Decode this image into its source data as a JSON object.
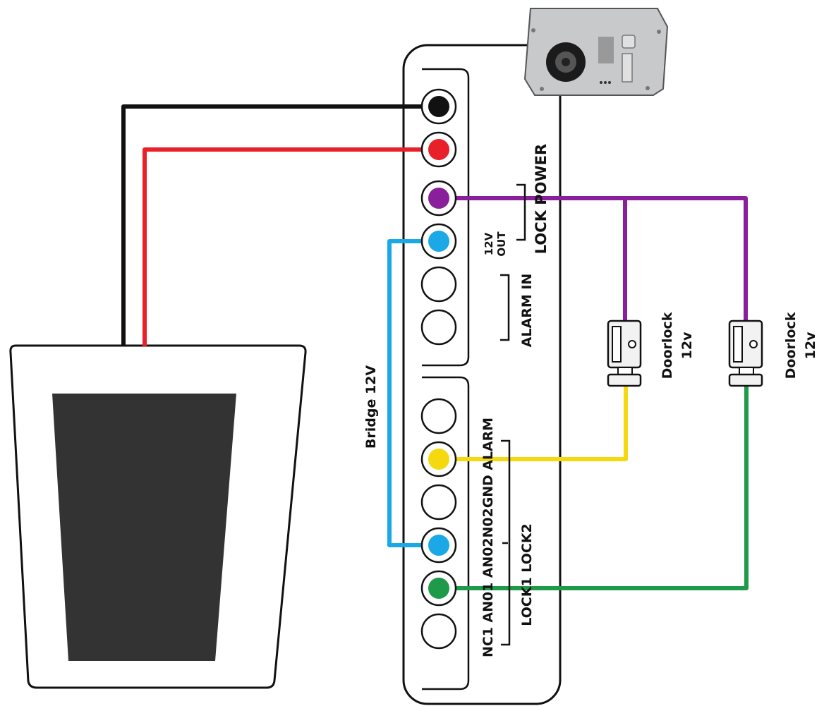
{
  "labels": {
    "lock_power": "LOCK POWER",
    "twelve_v": "12V",
    "out": "OUT",
    "alarm_in": "ALARM IN",
    "bridge": "Bridge 12V",
    "terminal_overlap": "NC1 AN01 AN02N02GND ALARM",
    "lock_group": "LOCK1 LOCK2",
    "doorlock1_line1": "Doorlock",
    "doorlock1_line2": "12v",
    "doorlock2_line1": "Doorlock",
    "doorlock2_line2": "12v"
  },
  "terminals": [
    {
      "name": "terminal-black",
      "color": "#111111"
    },
    {
      "name": "terminal-red",
      "color": "#e8202a"
    },
    {
      "name": "terminal-purple",
      "color": "#8a1f9c"
    },
    {
      "name": "terminal-blue",
      "color": "#1aa8e6"
    },
    {
      "name": "terminal-empty-1",
      "color": "#ffffff"
    },
    {
      "name": "terminal-empty-2",
      "color": "#ffffff"
    },
    {
      "name": "terminal-empty-3",
      "color": "#ffffff"
    },
    {
      "name": "terminal-yellow",
      "color": "#f5d90f"
    },
    {
      "name": "terminal-empty-4",
      "color": "#ffffff"
    },
    {
      "name": "terminal-blue-2",
      "color": "#1aa8e6"
    },
    {
      "name": "terminal-green",
      "color": "#1f9a4a"
    },
    {
      "name": "terminal-empty-5",
      "color": "#ffffff"
    }
  ],
  "wire_colors": {
    "black": "#111111",
    "red": "#e8202a",
    "purple": "#8a1f9c",
    "blue": "#1aa8e6",
    "yellow": "#f5d90f",
    "green": "#1f9a4a"
  }
}
